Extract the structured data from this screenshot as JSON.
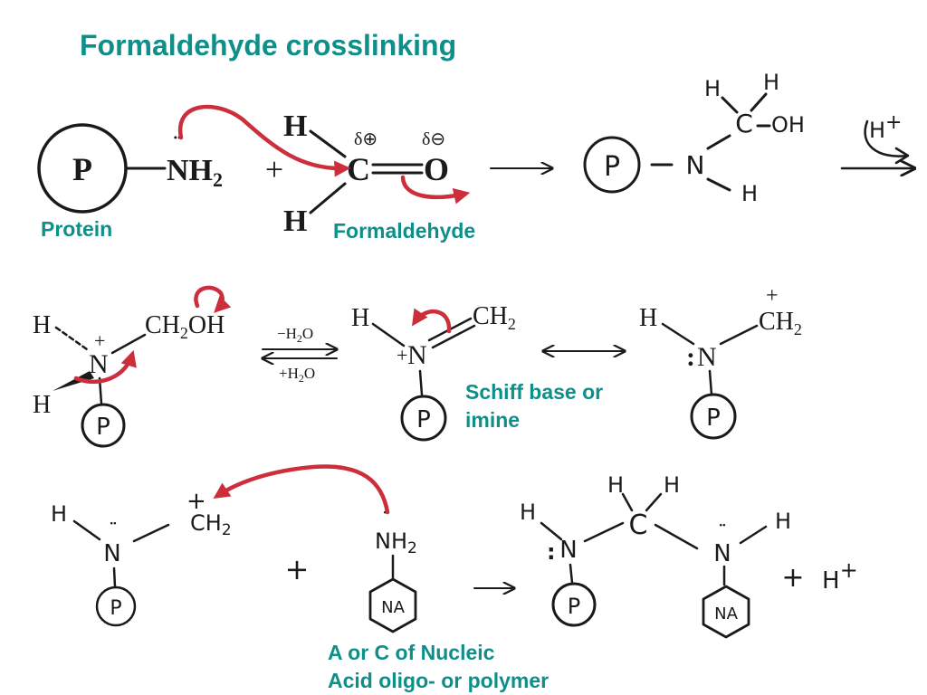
{
  "title": "Formaldehyde crosslinking",
  "colors": {
    "title": "#0f8f8a",
    "ink": "#1a1a1a",
    "arrow_red": "#cc2e3c",
    "background": "#ffffff"
  },
  "labels": {
    "protein": "Protein",
    "formaldehyde": "Formaldehyde",
    "schiff_line1": "Schiff base or",
    "schiff_line2": "imine",
    "nucleic_line1": "A or C of Nucleic",
    "nucleic_line2": "Acid oligo- or polymer"
  },
  "row1": {
    "protein_circle": "P",
    "amine": "NH",
    "amine_sub": "2",
    "plus": "+",
    "h_top": "H",
    "h_bottom": "H",
    "carbon": "C",
    "oxygen": "O",
    "delta_plus": "δ⊕",
    "delta_minus": "δ⊖",
    "product_p": "P",
    "product_n": "N",
    "product_h": "H",
    "product_c": "C",
    "product_oh": "OH",
    "product_h1": "H",
    "product_h2": "H",
    "catalyst": "H",
    "catalyst_charge": "+"
  },
  "row2": {
    "h_top": "H",
    "h_bottom": "H",
    "n_plus": "N",
    "charge_plus": "+",
    "ch2oh": "CH",
    "ch2oh_sub": "2",
    "ch2oh_tail": "OH",
    "p_circle": "P",
    "forward_label": "−H",
    "forward_sub": "2",
    "forward_tail": "O",
    "reverse_label": "+H",
    "reverse_sub": "2",
    "reverse_tail": "O",
    "imine_h": "H",
    "imine_n": "N",
    "imine_charge": "+",
    "imine_ch2": "CH",
    "imine_ch2_sub": "2",
    "imine_p": "P",
    "res_h": "H",
    "res_n": "N",
    "res_lone": ":",
    "res_ch2": "CH",
    "res_ch2_sub": "2",
    "res_charge": "+",
    "res_p": "P"
  },
  "row3": {
    "h_left": "H",
    "n_left": "N",
    "ch2": "CH",
    "ch2_sub": "2",
    "ch2_charge": "+",
    "p_left": "P",
    "plus": "+",
    "amine": "NH",
    "amine_sub": "2",
    "na_ring": "NA",
    "product_h_left": "H",
    "product_n_left": "N",
    "product_c": "C",
    "product_h1": "H",
    "product_h2": "H",
    "product_n_right": "N",
    "product_h_right": "H",
    "product_p": "P",
    "product_na": "NA",
    "plus2": "+",
    "proton": "H",
    "proton_charge": "+"
  }
}
